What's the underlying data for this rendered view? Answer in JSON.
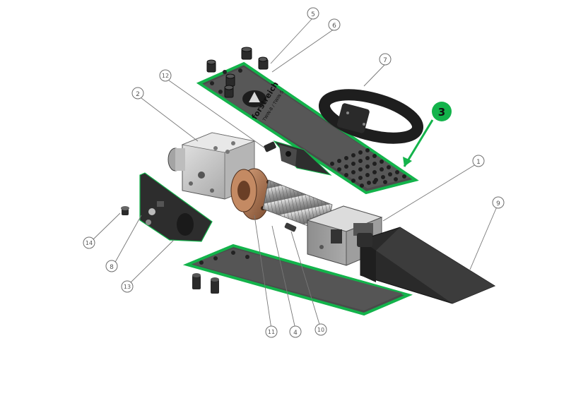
{
  "diagram": {
    "type": "exploded-assembly",
    "callouts": [
      "1",
      "2",
      "4",
      "5",
      "6",
      "7",
      "8",
      "9",
      "10",
      "11",
      "12",
      "13",
      "14"
    ],
    "highlight": {
      "label": "3",
      "color": "#13b34b"
    },
    "plate_text": {
      "brand": "forstreich",
      "sub": "TWIN-B / TWIN-S"
    },
    "colors": {
      "highlight": "#13b34b",
      "steel": "#c8c8c8",
      "bronze": "#b87b55",
      "dark": "#2b2b2b"
    }
  }
}
